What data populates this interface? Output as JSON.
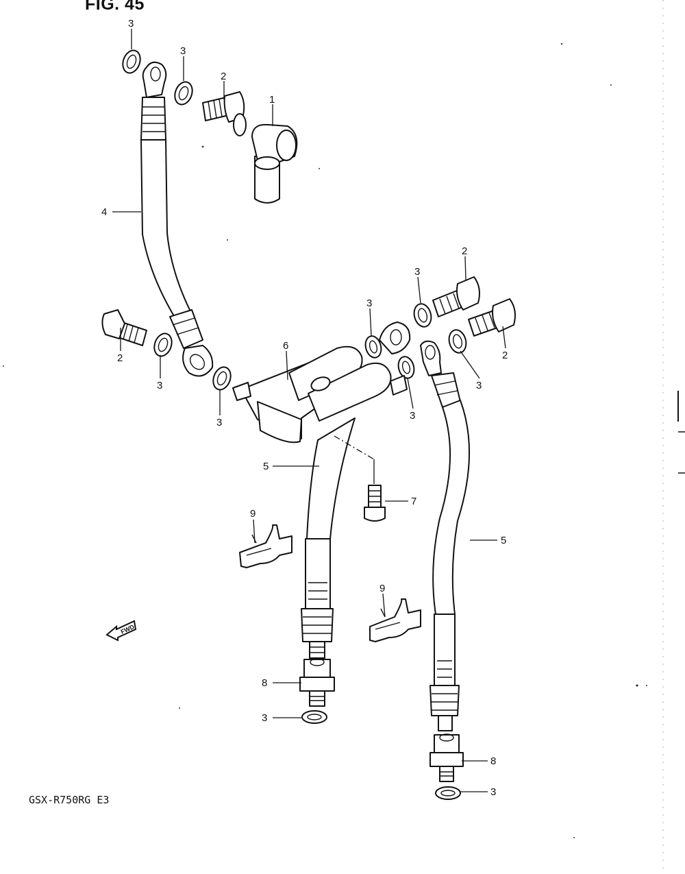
{
  "figure": {
    "title": "FIG. 45",
    "model_code": "GSX-R750RG  E3",
    "fwd_label": "FWD"
  },
  "callouts": {
    "c1": "1",
    "c2a": "2",
    "c2b": "2",
    "c2c": "2",
    "c2d": "2",
    "c3a": "3",
    "c3b": "3",
    "c3c": "3",
    "c3d": "3",
    "c3e": "3",
    "c3f": "3",
    "c3g": "3",
    "c3h": "3",
    "c3i": "3",
    "c3j": "3",
    "c4": "4",
    "c5a": "5",
    "c5b": "5",
    "c6": "6",
    "c7": "7",
    "c8a": "8",
    "c8b": "8",
    "c9a": "9",
    "c9b": "9"
  }
}
